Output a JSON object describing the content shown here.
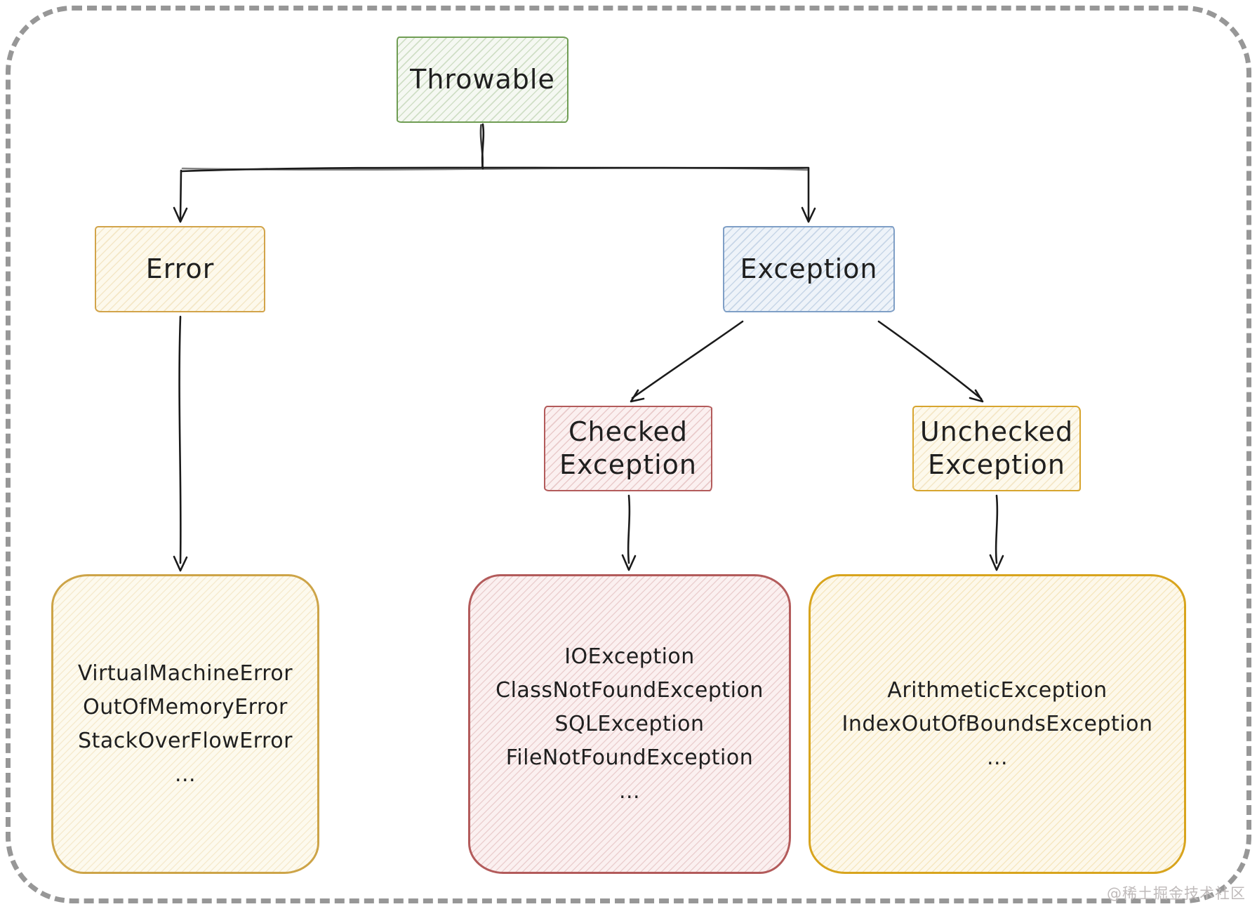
{
  "nodes": {
    "throwable": {
      "label": "Throwable"
    },
    "error": {
      "label": "Error"
    },
    "exception": {
      "label": "Exception"
    },
    "checked_exception": {
      "line1": "Checked",
      "line2": "Exception"
    },
    "unchecked_exception": {
      "line1": "Unchecked",
      "line2": "Exception"
    }
  },
  "groups": {
    "errors": {
      "lines": [
        "VirtualMachineError",
        "OutOfMemoryError",
        "StackOverFlowError",
        "..."
      ]
    },
    "checked": {
      "lines": [
        "IOException",
        "ClassNotFoundException",
        "SQLException",
        "FileNotFoundException",
        "..."
      ]
    },
    "unchecked": {
      "lines": [
        "ArithmeticException",
        "IndexOutOfBoundsException",
        "..."
      ]
    }
  },
  "watermark": "@稀土掘金技术社区",
  "colors": {
    "throwable_border": "#6f9d53",
    "error_border": "#d2a44a",
    "exception_border": "#7f9fc6",
    "checked_border": "#b35b5b",
    "unchecked_border": "#d7a52f",
    "arrow": "#1b1b1b",
    "frame": "#979797"
  }
}
